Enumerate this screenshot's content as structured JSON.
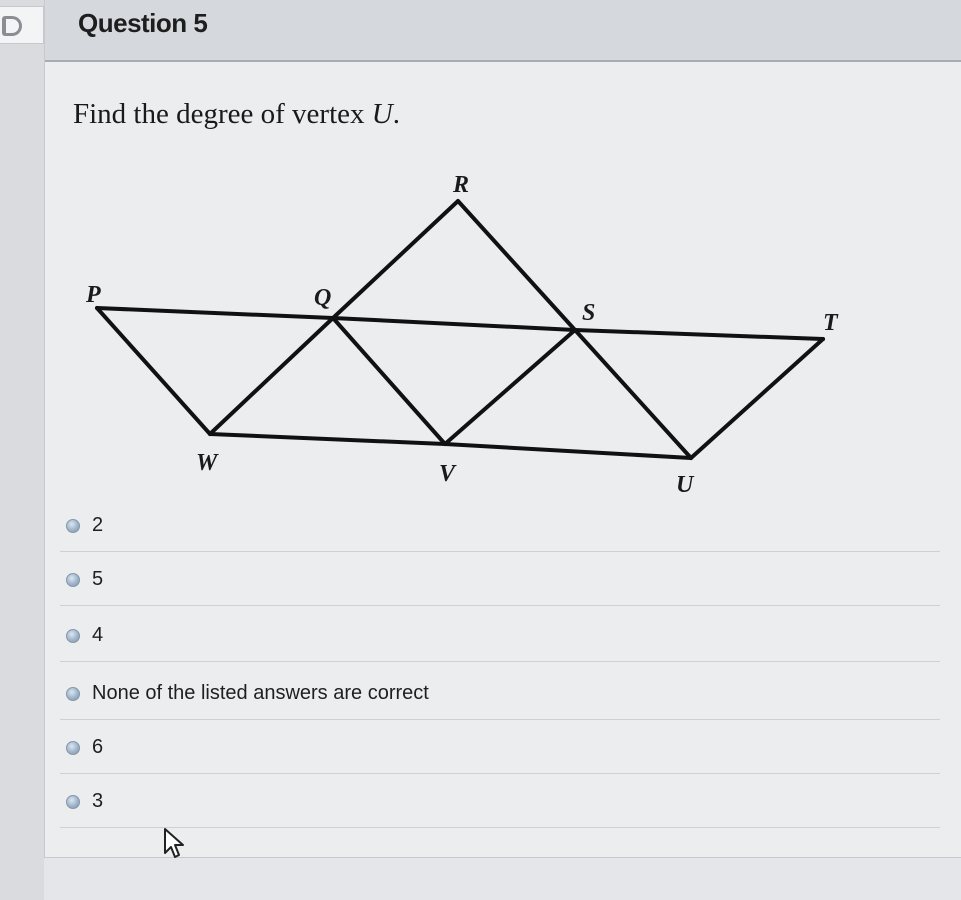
{
  "question": {
    "title": "Question 5",
    "prompt_text": "Find the degree of vertex ",
    "prompt_vertex": "U",
    "prompt_end": "."
  },
  "graph": {
    "vertices": [
      "P",
      "Q",
      "R",
      "S",
      "T",
      "W",
      "V",
      "U"
    ],
    "edges": [
      [
        "P",
        "Q"
      ],
      [
        "Q",
        "S"
      ],
      [
        "S",
        "T"
      ],
      [
        "W",
        "V"
      ],
      [
        "V",
        "U"
      ],
      [
        "P",
        "W"
      ],
      [
        "W",
        "Q"
      ],
      [
        "Q",
        "R"
      ],
      [
        "R",
        "S"
      ],
      [
        "Q",
        "V"
      ],
      [
        "V",
        "S"
      ],
      [
        "S",
        "U"
      ],
      [
        "U",
        "T"
      ]
    ]
  },
  "options": [
    {
      "label": "2"
    },
    {
      "label": "5"
    },
    {
      "label": "4"
    },
    {
      "label": "None of the listed answers are correct"
    },
    {
      "label": "6"
    },
    {
      "label": "3"
    }
  ],
  "icons": {
    "status": "question-status-icon",
    "cursor": "mouse-pointer-icon"
  }
}
